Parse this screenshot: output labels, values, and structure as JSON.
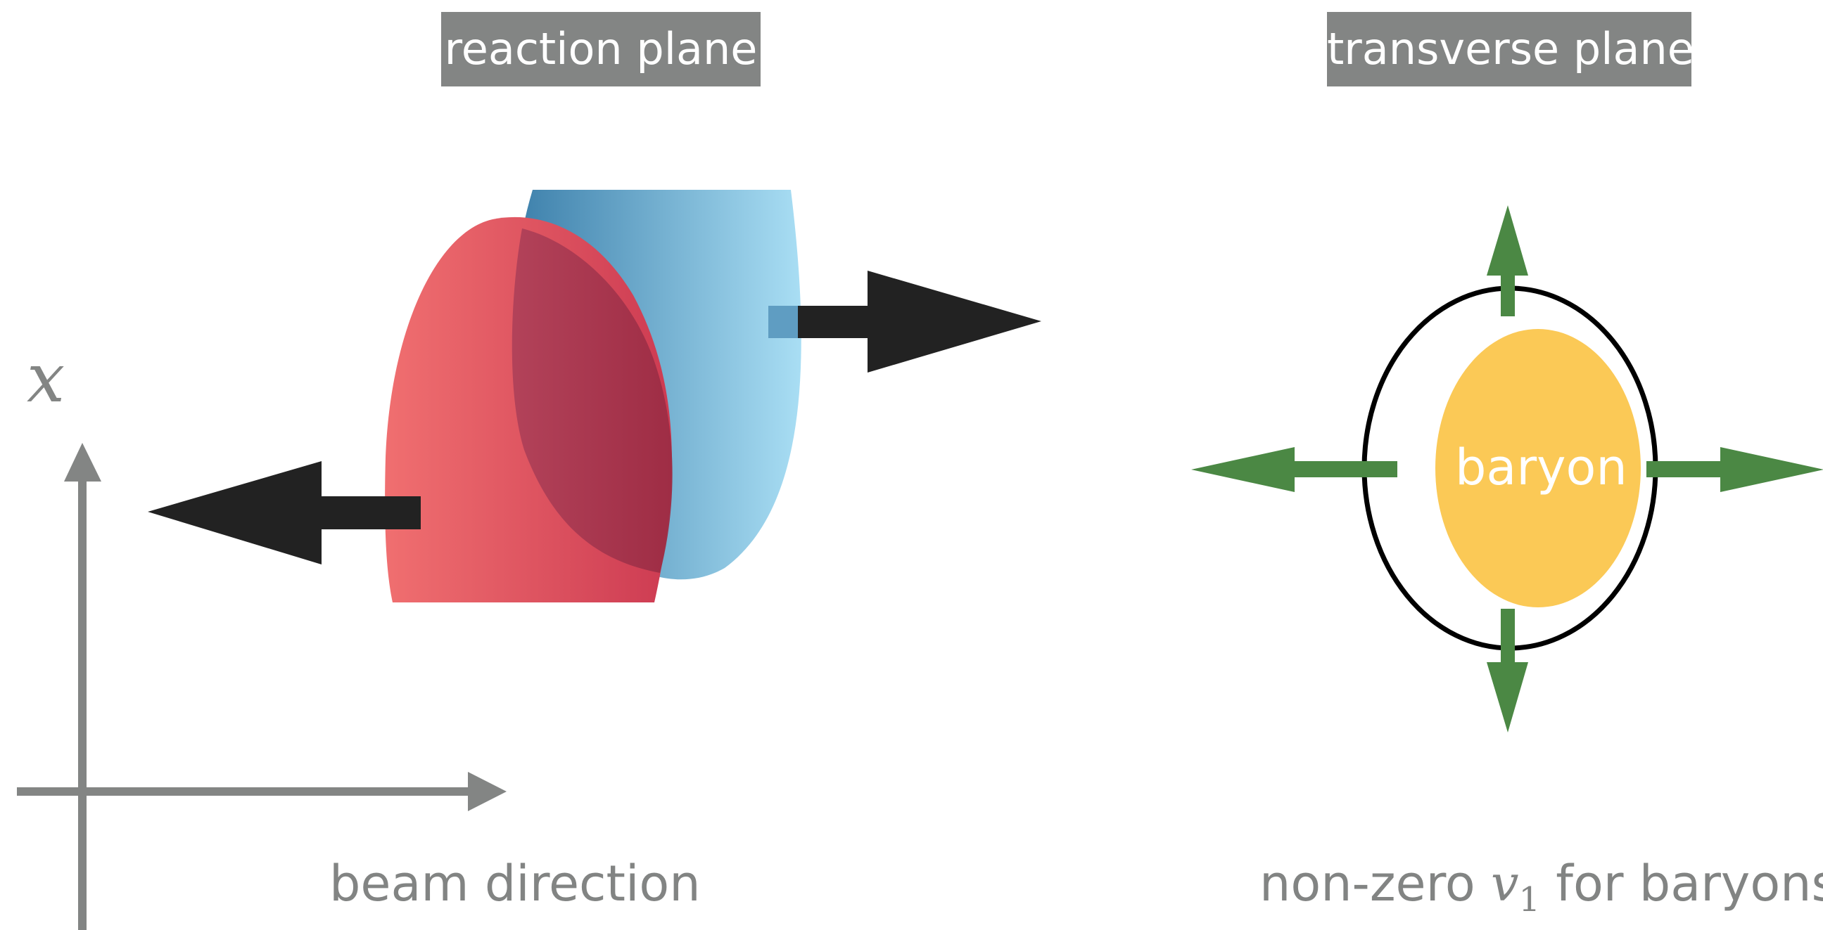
{
  "headers": {
    "reaction_plane": "reaction plane",
    "transverse_plane": "transverse plane"
  },
  "axis": {
    "x_label": "x"
  },
  "captions": {
    "beam_direction": "beam direction",
    "nonzero_prefix": "non-zero ",
    "v_symbol": "v",
    "v_subscript": "1",
    "nonzero_suffix": " for baryons"
  },
  "baryon": {
    "label": "baryon"
  },
  "colors": {
    "label_bg": "#838584",
    "axis": "#838584",
    "beam_arrow": "#222222",
    "red_nucleus": "#e8595c",
    "blue_nucleus": "#6fb6de",
    "overlap": "#a2344a",
    "baryon_fill": "#fbc956",
    "flow_arrow": "#4b8844",
    "ellipse_stroke": "#000000"
  }
}
